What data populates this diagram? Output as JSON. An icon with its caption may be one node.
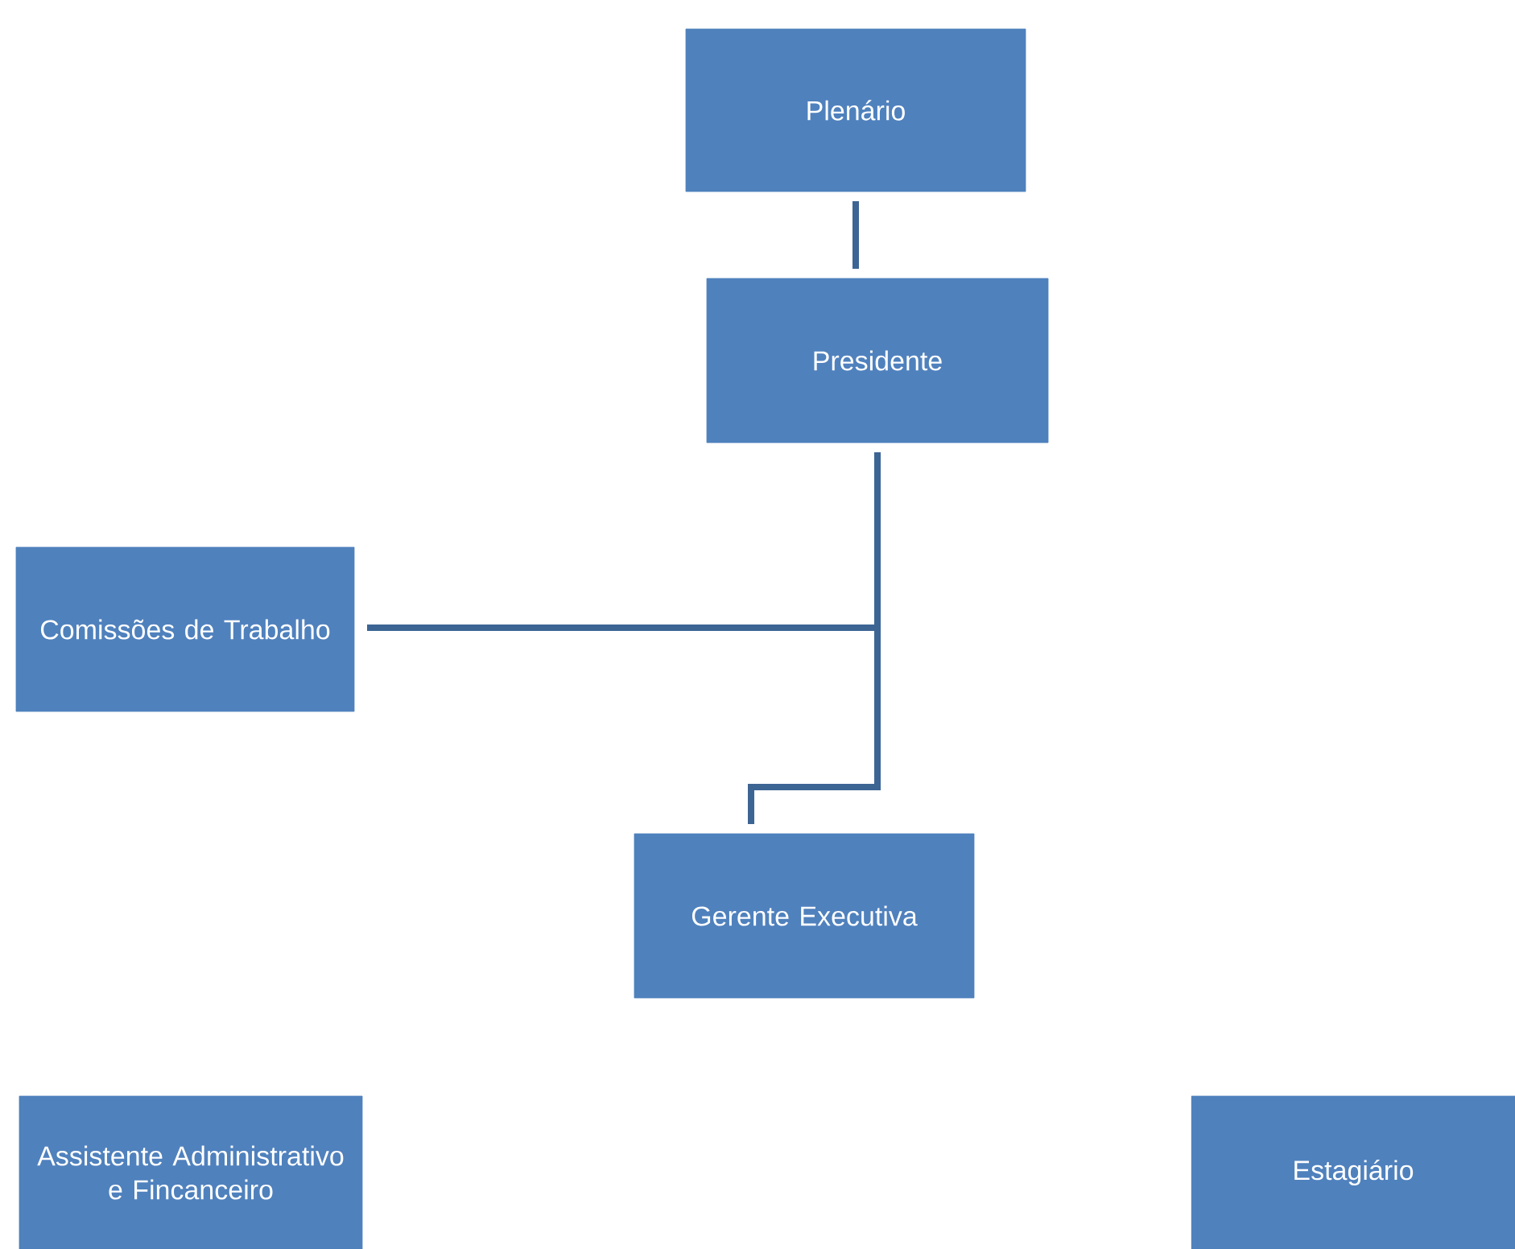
{
  "diagram": {
    "nodes": [
      {
        "text": [
          "Plenário"
        ]
      },
      {
        "text": [
          "Presidente"
        ]
      },
      {
        "text": [
          "Comissões de Trabalho"
        ]
      },
      {
        "text": [
          "Gerente Executiva"
        ]
      },
      {
        "text": [
          "Assistente Administrativo e Fincanceiro"
        ]
      },
      {
        "text": [
          "Estagiário"
        ]
      }
    ],
    "edges": [
      {
        "from": 0,
        "to": 1,
        "arrow": "none"
      },
      {
        "from": 1,
        "to": 2,
        "arrow": "none"
      },
      {
        "from": 1,
        "to": 3,
        "arrow": "none"
      }
    ]
  }
}
